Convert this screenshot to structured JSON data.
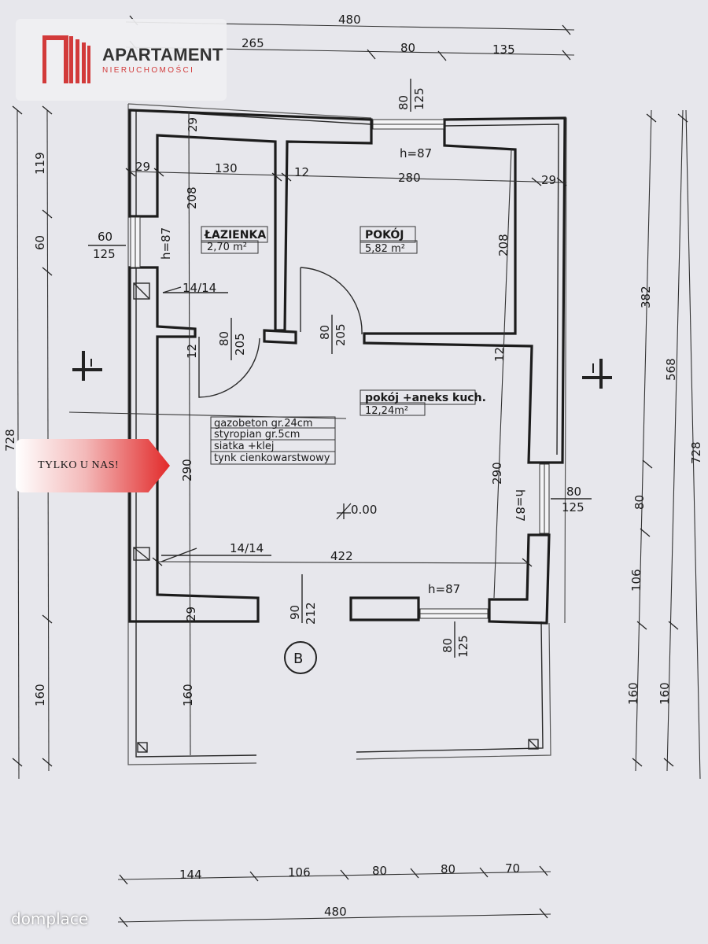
{
  "logo": {
    "title": "APARTAMENT",
    "subtitle": "NIERUCHOMOŚCI",
    "brand_color": "#d23a3a",
    "icon": "building-bars-icon"
  },
  "badge": {
    "label": "TYLKO U NAS!",
    "color": "#e22a2a"
  },
  "watermark": "domplace",
  "rooms": {
    "bathroom": {
      "name": "ŁAZIENKA",
      "area": "2,70 m²"
    },
    "bedroom": {
      "name": "POKÓJ",
      "area": "5,82 m²"
    },
    "living": {
      "name": "pokój +aneks kuch.",
      "area": "12,24m²"
    }
  },
  "wall_legend": [
    "gazobeton gr.24cm",
    "styropian gr.5cm",
    "siatka +klej",
    "tynk cienkowarstwowy"
  ],
  "level_mark": "0.00",
  "section_mark": "B",
  "dims": {
    "top_total": "480",
    "top_a": "265",
    "top_b": "80",
    "top_c": "135",
    "bottom_a": "144",
    "bottom_b": "106",
    "bottom_c": "80",
    "bottom_d": "80",
    "bottom_e": "70",
    "bottom_total": "480",
    "left_a": "119",
    "left_b": "60",
    "left_c": "160",
    "left_total": "728",
    "right_a": "382",
    "right_b": "80",
    "right_c": "106",
    "right_d": "160",
    "right_mid": "568",
    "right_e": "160",
    "right_total": "728",
    "top_win": "80",
    "top_win_h": "125",
    "top_win_sill": "h=87",
    "bath_win": "60",
    "bath_win_h": "125",
    "bath_win_sill": "h=87",
    "right_win": "80",
    "right_win_h": "125",
    "right_win_sill": "h=87",
    "bottom_win": "80",
    "bottom_win_h": "125",
    "bottom_win_sill": "h=87",
    "door_bath": "80",
    "door_bath_h": "205",
    "door_room": "80",
    "door_room_h": "205",
    "entry": "90",
    "entry_h": "212",
    "wall_29_top": "29",
    "wall_29_left": "29",
    "wall_29_right": "29",
    "wall_29_bottom": "29",
    "bath_width": "130",
    "partition": "12",
    "room_width": "280",
    "bath_height": "208",
    "room_height": "208",
    "partition_b": "12",
    "partition_c": "12",
    "living_height": "290",
    "living_height_r": "290",
    "living_width": "422",
    "vent_top": "14/14",
    "vent_bottom": "14/14",
    "terrace": "160"
  }
}
